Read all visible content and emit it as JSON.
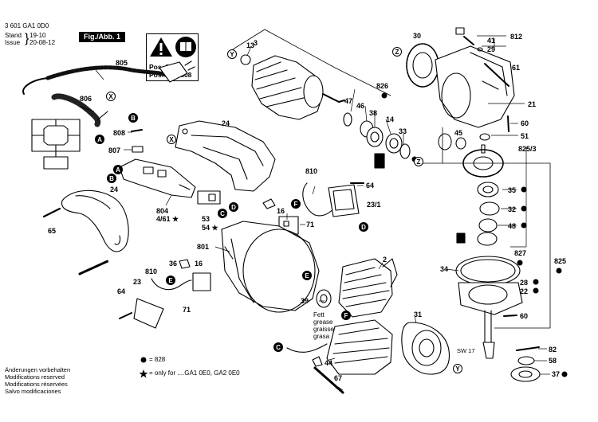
{
  "header": {
    "doc_number": "3 601 GA1 0D0",
    "stand_label": "Stand",
    "issue_label": "Issue",
    "stand_value": "19-10",
    "issue_value": "20-08-12"
  },
  "figure_label": "Fig./Abb. 1",
  "warning_box": {
    "line1": "Pos. 805",
    "line2": "Pos. 807, 808"
  },
  "part_labels": [
    "3",
    "13",
    "30",
    "812",
    "41",
    "29",
    "805",
    "826",
    "61",
    "806",
    "47",
    "46",
    "38",
    "14",
    "21",
    "808",
    "45",
    "60",
    "807",
    "33",
    "51",
    "24",
    "825/3",
    "810",
    "64",
    "35",
    "23/1",
    "32",
    "804",
    "4/61 ★",
    "16",
    "71",
    "48",
    "53",
    "54 ★",
    "65",
    "801",
    "827",
    "825",
    "2",
    "36",
    "810",
    "16",
    "34",
    "28",
    "22",
    "60",
    "23",
    "39",
    "71",
    "64",
    "31",
    "82",
    "58",
    "37",
    "44",
    "67",
    "SW 17"
  ],
  "grease_lines": [
    "Fett",
    "grease",
    "graisse",
    "grasa"
  ],
  "connector_letters": [
    "A",
    "B",
    "C",
    "D",
    "E",
    "F",
    "X",
    "Y",
    "Z"
  ],
  "legend": {
    "dot_text": "= 828",
    "star_text": "= only for ....GA1 0E0, GA2 0E0"
  },
  "footer": [
    "Änderungen vorbehalten",
    "Modifications reserved",
    "Modifications réservées",
    "Salvo modificaciones"
  ]
}
